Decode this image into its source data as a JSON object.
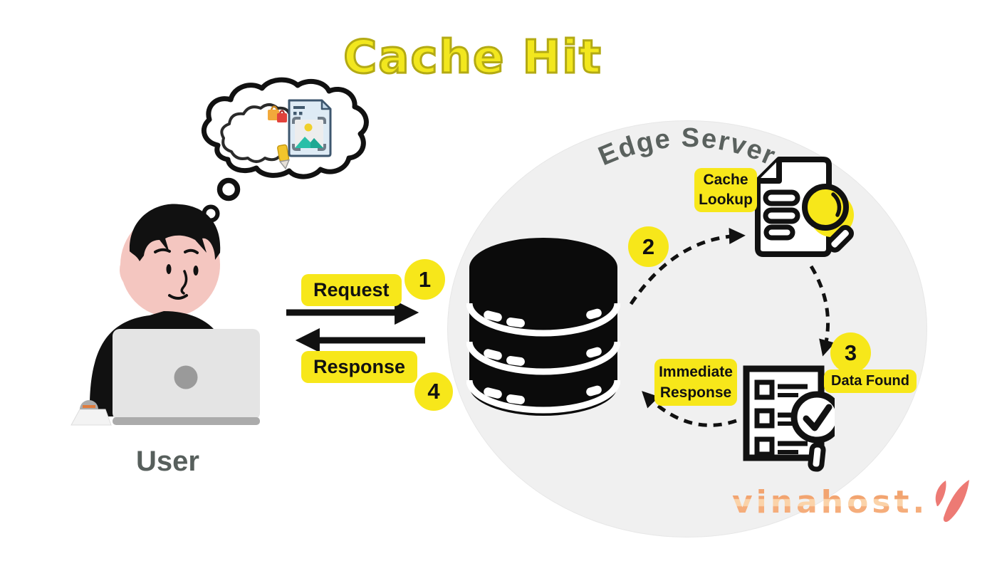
{
  "title": "Cache Hit",
  "user_label": "User",
  "edge_server_label": "Edge Server",
  "labels": {
    "request": "Request",
    "response": "Response",
    "cache_lookup_line1": "Cache",
    "cache_lookup_line2": "Lookup",
    "immediate_response_line1": "Immediate",
    "immediate_response_line2": "Response",
    "data_found": "Data Found"
  },
  "steps": {
    "one": "1",
    "two": "2",
    "three": "3",
    "four": "4"
  },
  "watermark": {
    "text": "vinahost."
  },
  "colors": {
    "label_yellow": "#F7E71A",
    "title_yellow": "#F2E71E",
    "title_outline": "#B3AA14",
    "server_fill": "#F0F0F0",
    "server_text": "#5A615E",
    "user_text": "#575F5C",
    "ink": "#111111",
    "skin": "#F4C6C0",
    "watermark_text": "#F5AD7B",
    "watermark_mark": "#ED7A74"
  },
  "icons": {
    "thought-bubble-icon": "cloud-bubble",
    "database-icon": "cylinder-stack",
    "cache-lookup-icon": "document-with-magnifier",
    "data-found-icon": "checklist-with-check-magnifier",
    "vinahost-logo-icon": "v-check-mark"
  }
}
